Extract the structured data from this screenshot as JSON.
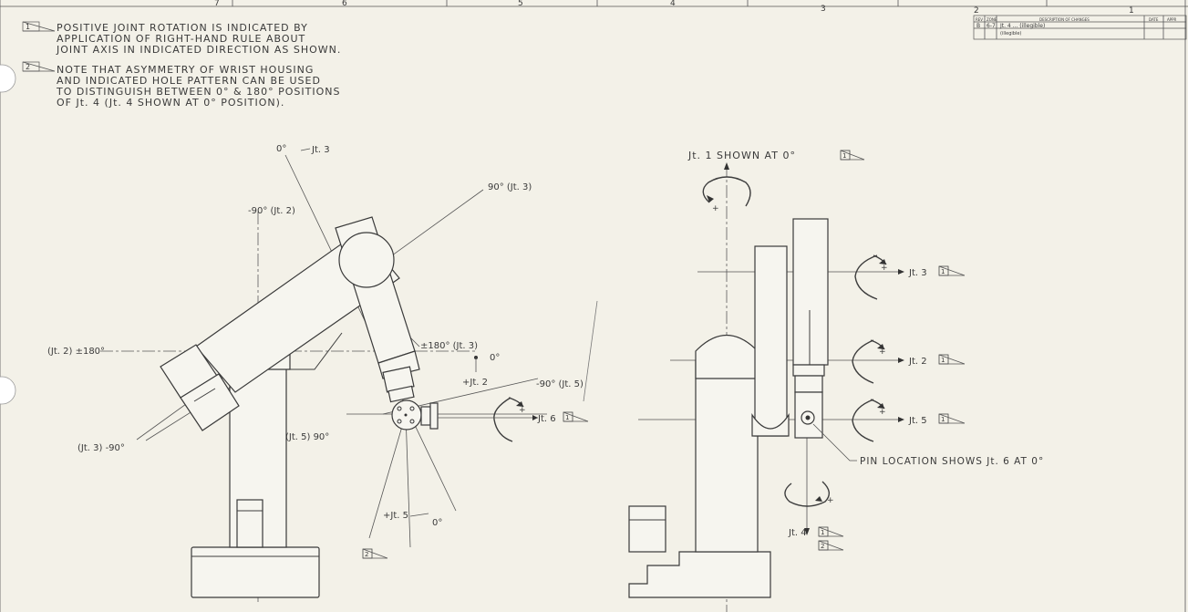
{
  "border": {
    "zones": [
      "7",
      "6",
      "5",
      "4",
      "3",
      "2",
      "1"
    ]
  },
  "notes": {
    "note1": [
      "POSITIVE JOINT ROTATION IS INDICATED BY",
      "APPLICATION OF RIGHT-HAND RULE ABOUT",
      "JOINT AXIS IN INDICATED DIRECTION AS SHOWN."
    ],
    "note2": [
      "NOTE THAT ASYMMETRY OF WRIST HOUSING",
      "AND INDICATED HOLE PATTERN CAN BE USED",
      "TO DISTINGUISH BETWEEN 0° & 180° POSITIONS",
      "OF Jt. 4 (Jt. 4 SHOWN AT 0° POSITION)."
    ],
    "note1_flag": "1",
    "note2_flag": "2"
  },
  "revision_block": {
    "headers": [
      "REV",
      "ZONE",
      "DESCRIPTION OF CHANGES",
      "DATE",
      "APPR"
    ],
    "row1": [
      "B",
      "6-7",
      "Jt. 4 ... (illegible)",
      "",
      ""
    ],
    "row2": [
      "",
      "",
      "(illegible)",
      "",
      ""
    ]
  },
  "left_view": {
    "labels": {
      "jt3_zero": "0°",
      "jt3": "Jt. 3",
      "jt3_90": "90° (Jt. 3)",
      "jt2_neg90": "-90° (Jt. 2)",
      "jt2_180": "(Jt. 2) ±180°",
      "jt3_180": "±180° (Jt. 3)",
      "jt2_zero": "0°",
      "jt2_plus": "+Jt. 2",
      "jt5_neg90": "-90° (Jt. 5)",
      "jt6": "Jt. 6",
      "jt6_flag": "1",
      "jt5_90": "(Jt. 5) 90°",
      "jt3_neg90": "(Jt. 3) -90°",
      "jt5_plus": "+Jt. 5",
      "jt5_zero": "0°",
      "note2_flag": "2",
      "plus": "+"
    }
  },
  "right_view": {
    "labels": {
      "jt1_title": "Jt. 1 SHOWN AT 0°",
      "jt1_flag": "1",
      "jt3": "Jt. 3",
      "jt2": "Jt. 2",
      "jt5": "Jt. 5",
      "flag1": "1",
      "pin_note": "PIN LOCATION SHOWS Jt. 6 AT 0°",
      "jt4": "Jt. 4",
      "jt4_flag1": "1",
      "jt4_flag2": "2",
      "plus": "+"
    }
  }
}
